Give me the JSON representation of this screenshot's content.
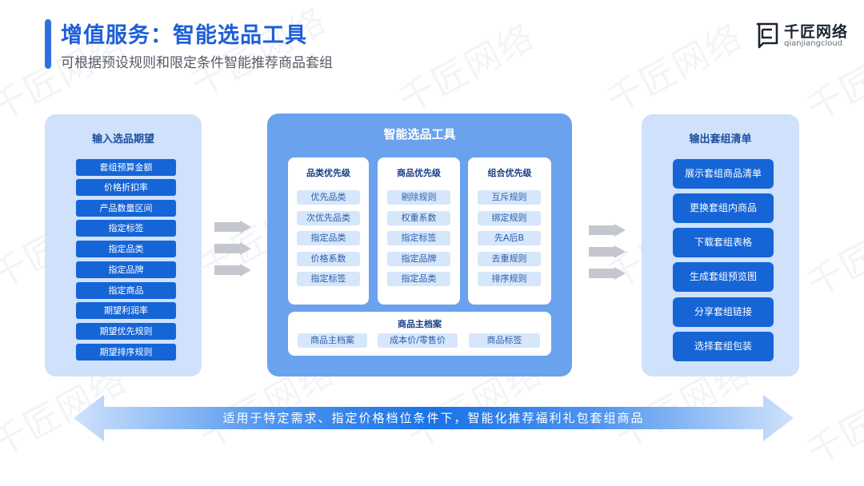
{
  "header": {
    "title": "增值服务：智能选品工具",
    "subtitle": "可根据预设规则和限定条件智能推荐商品套组"
  },
  "logo": {
    "name": "千匠网络",
    "sub": "qianjiangcloud"
  },
  "watermark_text": "千匠网络",
  "input_panel": {
    "title": "输入选品期望",
    "items": [
      "套组预算金额",
      "价格折扣率",
      "产品数量区间",
      "指定标签",
      "指定品类",
      "指定品牌",
      "指定商品",
      "期望利润率",
      "期望优先规则",
      "期望排序规则"
    ]
  },
  "center_panel": {
    "title": "智能选品工具",
    "columns": [
      {
        "title": "品类优先级",
        "items": [
          "优先品类",
          "次优先品类",
          "指定品类",
          "价格系数",
          "指定标签"
        ]
      },
      {
        "title": "商品优先级",
        "items": [
          "剔除规则",
          "权重系数",
          "指定标签",
          "指定品牌",
          "指定品类"
        ]
      },
      {
        "title": "组合优先级",
        "items": [
          "互斥规则",
          "绑定规则",
          "先A后B",
          "去重规则",
          "排序规则"
        ]
      }
    ],
    "archive": {
      "title": "商品主档案",
      "items": [
        "商品主档案",
        "成本价/零售价",
        "商品标签"
      ]
    }
  },
  "output_panel": {
    "title": "输出套组清单",
    "items": [
      "展示套组商品清单",
      "更换套组内商品",
      "下载套组表格",
      "生成套组预览图",
      "分享套组链接",
      "选择套组包装"
    ]
  },
  "banner": {
    "text": "适用于特定需求、指定价格档位条件下，智能化推荐福利礼包套组商品"
  },
  "colors": {
    "accent": "#1e5fd8",
    "pill": "#1565d6",
    "side_panel": "#cfe1fb",
    "center_panel": "#6aa2ee",
    "chip": "#d6e6fb"
  }
}
